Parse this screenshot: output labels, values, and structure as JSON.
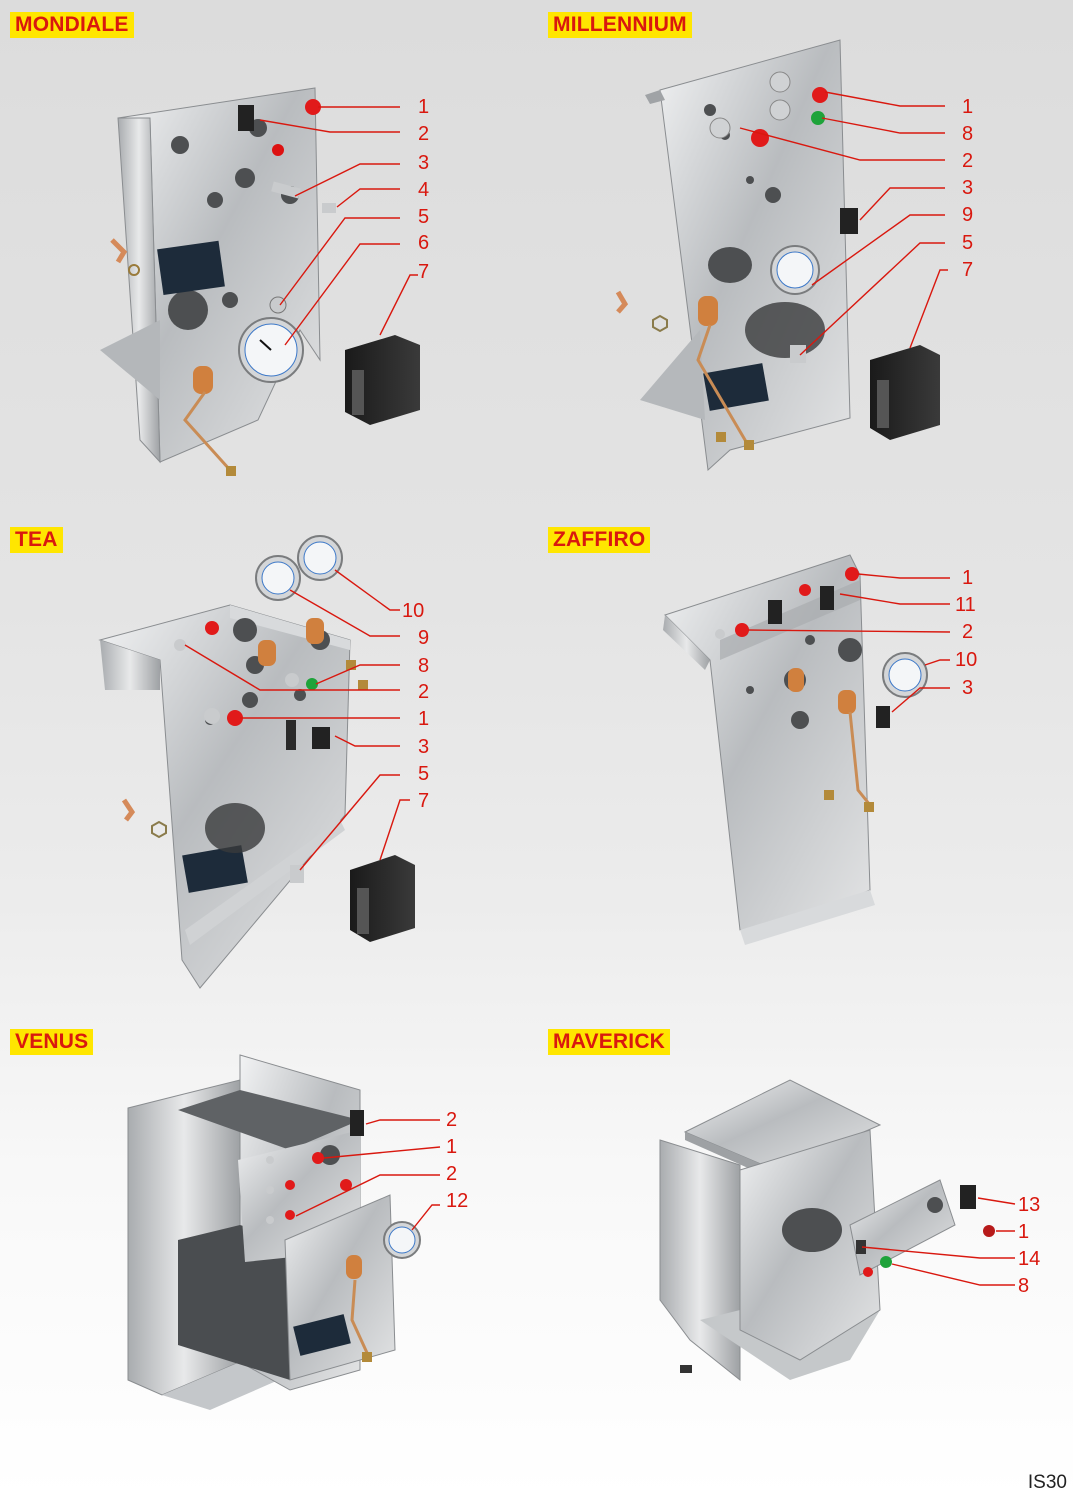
{
  "panels": [
    {
      "title": "MONDIALE",
      "callouts": [
        "1",
        "2",
        "3",
        "4",
        "5",
        "6",
        "7"
      ]
    },
    {
      "title": "MILLENNIUM",
      "callouts": [
        "1",
        "8",
        "2",
        "3",
        "9",
        "5",
        "7"
      ]
    },
    {
      "title": "TEA",
      "callouts": [
        "10",
        "9",
        "8",
        "2",
        "1",
        "3",
        "5",
        "7"
      ]
    },
    {
      "title": "ZAFFIRO",
      "callouts": [
        "1",
        "11",
        "2",
        "10",
        "3"
      ]
    },
    {
      "title": "VENUS",
      "callouts": [
        "2",
        "1",
        "2",
        "12"
      ]
    },
    {
      "title": "MAVERICK",
      "callouts": [
        "13",
        "1",
        "14",
        "8"
      ]
    }
  ],
  "footer": {
    "code": "IS30"
  },
  "colors": {
    "label_bg": "#ffe600",
    "label_text": "#d9180f",
    "leader_line": "#d9180f",
    "metal": "#c9cbcd"
  }
}
